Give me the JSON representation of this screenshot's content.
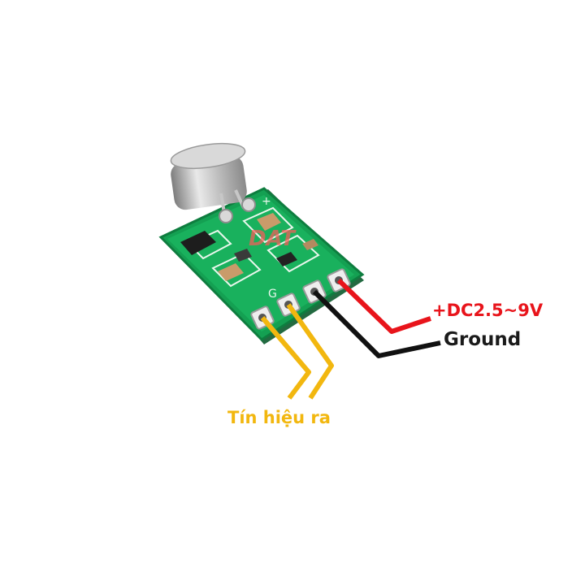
{
  "labels": {
    "power": "+DC2.5~9V",
    "ground": "Ground",
    "signal_out": "Tín hiệu ra"
  },
  "board_markings": {
    "plus": "+",
    "ground_pin": "G",
    "watermark": "DAT"
  },
  "colors": {
    "background": "#ffffff",
    "pcb": "#14a052",
    "power_wire": "#e8141b",
    "ground_wire": "#111111",
    "signal_wire": "#f2b70f"
  }
}
